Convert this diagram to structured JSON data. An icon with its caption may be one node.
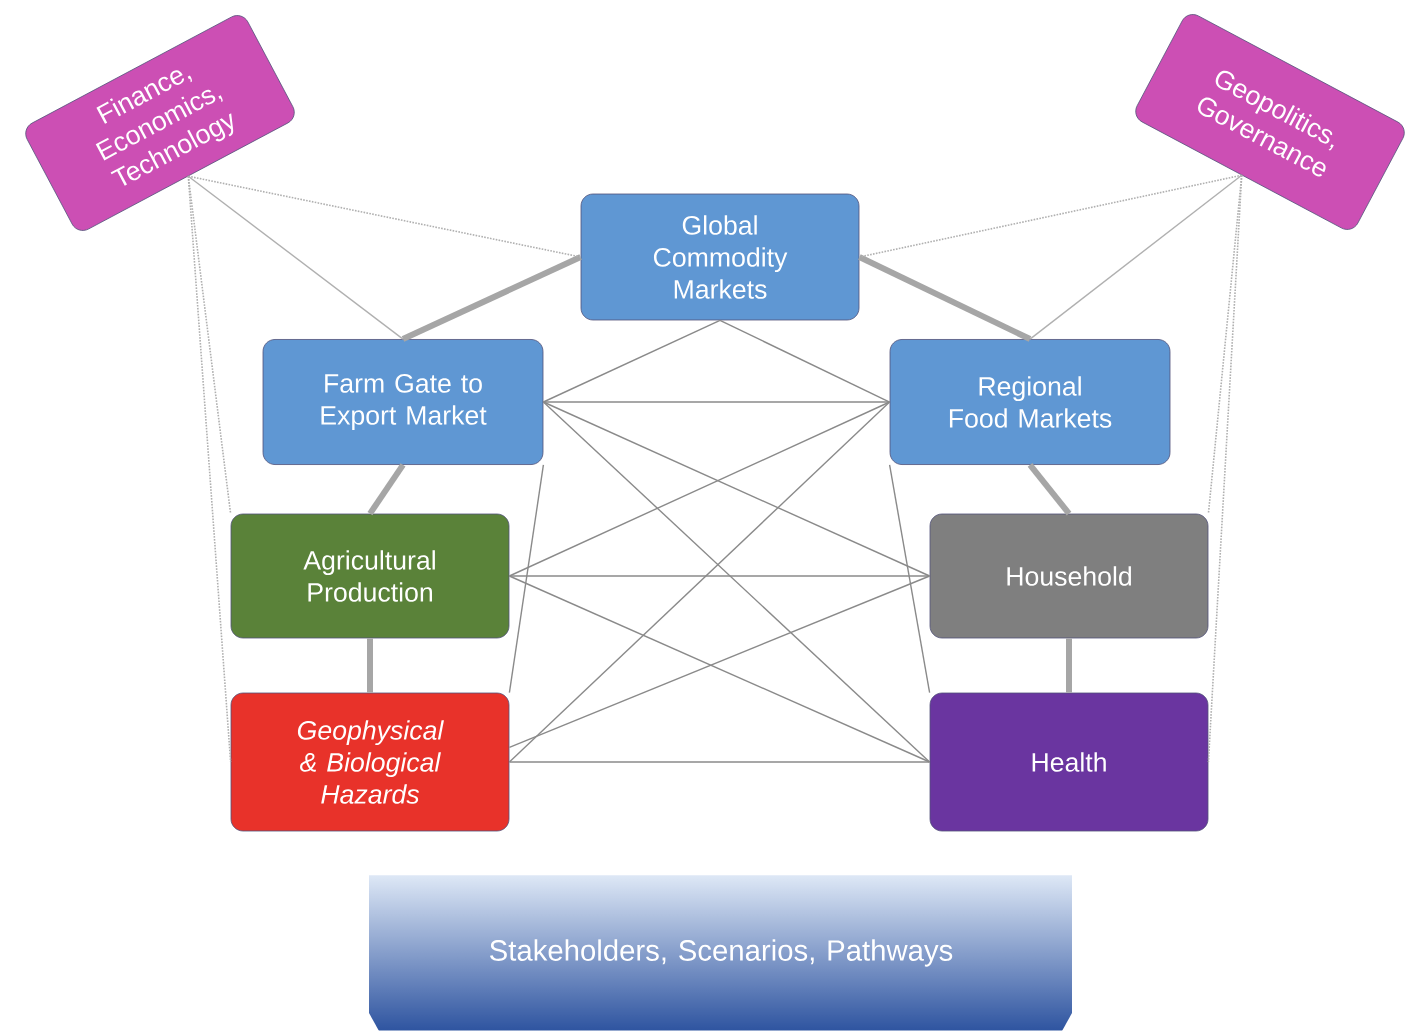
{
  "diagram": {
    "nodes": [
      {
        "text": [
          "Finance, Economics, Technology"
        ]
      },
      {
        "text": [
          "Geopolitics, Governance"
        ]
      },
      {
        "text": [
          "Global Commodity Markets"
        ]
      },
      {
        "text": [
          "Farm Gate to Export Market"
        ]
      },
      {
        "text": [
          "Regional Food Markets"
        ]
      },
      {
        "text": [
          "Agricultural Production"
        ]
      },
      {
        "text": [
          "Household"
        ]
      },
      {
        "text": [
          "Geophysical & Biological Hazards"
        ]
      },
      {
        "text": [
          "Health"
        ]
      },
      {
        "text": [
          "Stakeholders, Scenarios, Pathways"
        ]
      }
    ],
    "edges": [
      {
        "from": 2,
        "to": 3,
        "arrow": "none",
        "style": "thick",
        "color": "#a6a6a6"
      },
      {
        "from": 2,
        "to": 4,
        "arrow": "none",
        "style": "thick",
        "color": "#a6a6a6"
      },
      {
        "from": 3,
        "to": 5,
        "arrow": "none",
        "style": "thick",
        "color": "#a6a6a6"
      },
      {
        "from": 5,
        "to": 7,
        "arrow": "none",
        "style": "thick",
        "color": "#a6a6a6"
      },
      {
        "from": 4,
        "to": 6,
        "arrow": "none",
        "style": "thick",
        "color": "#a6a6a6"
      },
      {
        "from": 6,
        "to": 8,
        "arrow": "none",
        "style": "thick",
        "color": "#a6a6a6"
      },
      {
        "from": 2,
        "to": 3,
        "arrow": "none"
      },
      {
        "from": 2,
        "to": 4,
        "arrow": "none"
      },
      {
        "from": 3,
        "to": 4,
        "arrow": "none"
      },
      {
        "from": 3,
        "to": 6,
        "arrow": "none"
      },
      {
        "from": 3,
        "to": 8,
        "arrow": "none"
      },
      {
        "from": 3,
        "to": 7,
        "arrow": "none"
      },
      {
        "from": 4,
        "to": 5,
        "arrow": "none"
      },
      {
        "from": 4,
        "to": 7,
        "arrow": "none"
      },
      {
        "from": 4,
        "to": 8,
        "arrow": "none"
      },
      {
        "from": 5,
        "to": 6,
        "arrow": "none"
      },
      {
        "from": 5,
        "to": 8,
        "arrow": "none"
      },
      {
        "from": 6,
        "to": 7,
        "arrow": "none"
      },
      {
        "from": 7,
        "to": 8,
        "arrow": "none"
      },
      {
        "from": 0,
        "to": 2,
        "arrow": "none",
        "style": "dashed",
        "color": "#b0b0b0"
      },
      {
        "from": 0,
        "to": 3,
        "arrow": "none",
        "color": "#b0b0b0"
      },
      {
        "from": 0,
        "to": 5,
        "arrow": "none",
        "style": "dashed",
        "color": "#b0b0b0"
      },
      {
        "from": 0,
        "to": 7,
        "arrow": "none",
        "style": "dashed",
        "color": "#b0b0b0"
      },
      {
        "from": 1,
        "to": 2,
        "arrow": "none",
        "style": "dashed",
        "color": "#b0b0b0"
      },
      {
        "from": 1,
        "to": 4,
        "arrow": "none",
        "color": "#b0b0b0"
      },
      {
        "from": 1,
        "to": 6,
        "arrow": "none",
        "style": "dashed",
        "color": "#b0b0b0"
      },
      {
        "from": 1,
        "to": 8,
        "arrow": "none",
        "style": "dashed",
        "color": "#b0b0b0"
      }
    ]
  }
}
